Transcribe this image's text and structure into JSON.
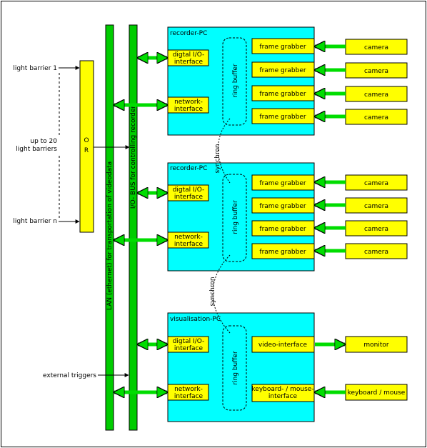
{
  "colors": {
    "pc_fill": "#00ffff",
    "component_fill": "#ffff00",
    "bus_fill": "#00cc00",
    "arrow": "#00dd00",
    "line": "#000000"
  },
  "left_inputs": {
    "light_barrier_1": "light barrier 1",
    "up_to_20_line1": "up to 20",
    "up_to_20_line2": "light barriers",
    "light_barrier_n": "light barrier n",
    "external_triggers": "external triggers"
  },
  "or_gate": {
    "letters": [
      "O",
      "R"
    ]
  },
  "buses": {
    "lan": "LAN (ethernet) for transportation of videodata",
    "io_bus": "I/O- BUS for controlling recorder"
  },
  "ring_buffer": "ring buffer",
  "synchron": [
    "synchron",
    "synchron"
  ],
  "pcs": [
    {
      "title": "recorder-PC",
      "io_line1": "digtal I/O-",
      "io_line2": "interface",
      "net_line1": "network-",
      "net_line2": "interface",
      "grabbers": [
        "frame grabber",
        "frame grabber",
        "frame grabber",
        "frame grabber"
      ],
      "cameras": [
        "camera",
        "camera",
        "camera",
        "camera"
      ]
    },
    {
      "title": "recorder-PC",
      "io_line1": "digtal I/O-",
      "io_line2": "interface",
      "net_line1": "network-",
      "net_line2": "interface",
      "grabbers": [
        "frame grabber",
        "frame grabber",
        "frame grabber",
        "frame grabber"
      ],
      "cameras": [
        "camera",
        "camera",
        "camera",
        "camera"
      ]
    },
    {
      "title": "visualisation-PC",
      "io_line1": "digtal I/O-",
      "io_line2": "interface",
      "net_line1": "network-",
      "net_line2": "interface",
      "video_interface": "video-interface",
      "kbd_line1": "keyboard- / mouse-",
      "kbd_line2": "interface",
      "monitor": "monitor",
      "keyboard_mouse": "keyboard / mouse"
    }
  ]
}
